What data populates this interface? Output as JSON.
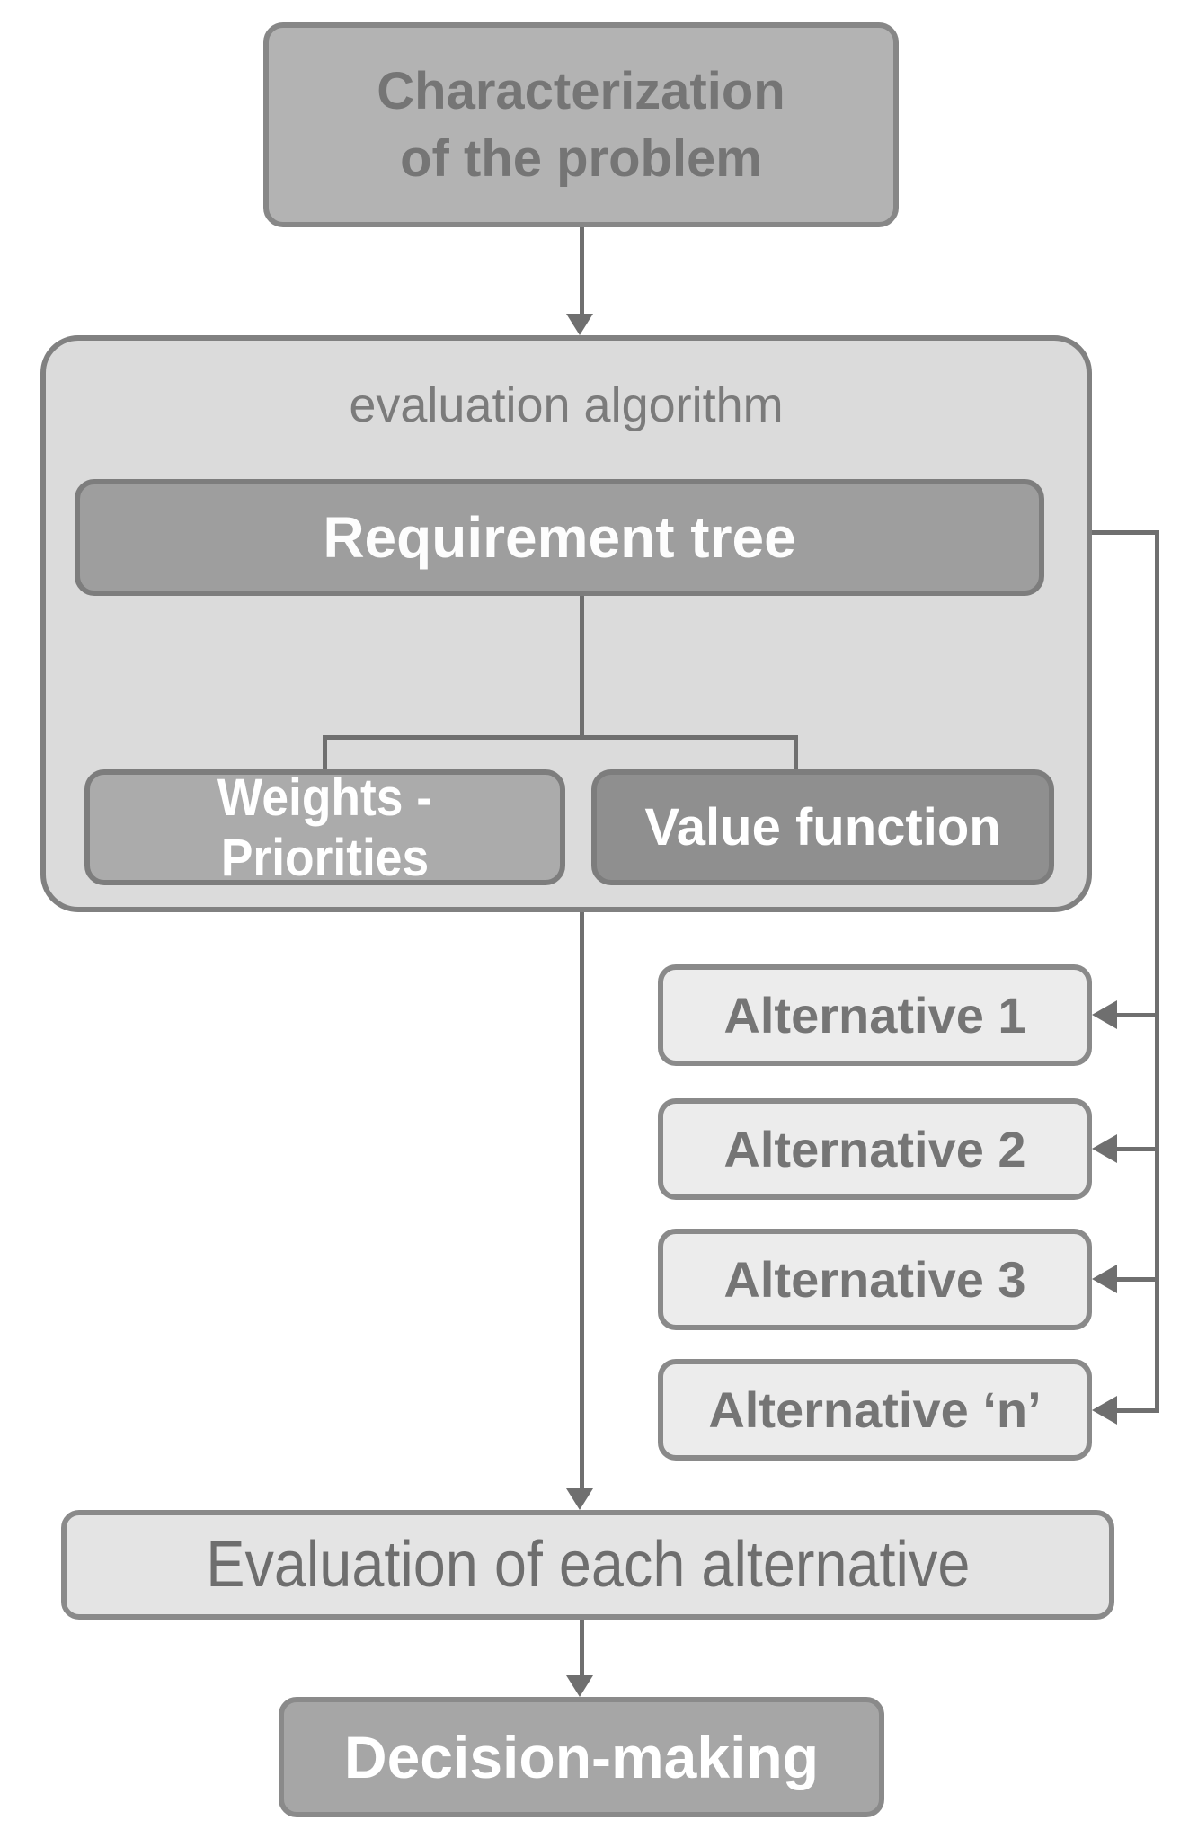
{
  "diagram": {
    "type": "flowchart",
    "palette": {
      "background": "#ffffff",
      "connector_line": "#6f6f6f",
      "dark_node_fill": "#8f8f8f",
      "medium_node_fill": "#a6a6a6",
      "light_node_fill": "#dbdbdb",
      "lighter_node_fill": "#ececec",
      "border_gray": "#818181",
      "white_text": "#ffffff",
      "gray_text": "#757575"
    },
    "nodes": {
      "characterization": {
        "label": "Characterization\nof the problem",
        "fill": "#b3b3b3",
        "text_color": "#757575"
      },
      "evaluation_algorithm_group": {
        "label": "evaluation algorithm",
        "fill": "#dbdbdb",
        "text_color": "#7b7b7b"
      },
      "requirement_tree": {
        "label": "Requirement tree",
        "fill": "#9e9e9e",
        "text_color": "#fdfdfd"
      },
      "weights_priorities": {
        "label": "Weights - Priorities",
        "fill": "#ababab",
        "text_color": "#ffffff"
      },
      "value_function": {
        "label": "Value function",
        "fill": "#8f8f8f",
        "text_color": "#ffffff"
      },
      "alternatives": [
        {
          "label": "Alternative 1"
        },
        {
          "label": "Alternative 2"
        },
        {
          "label": "Alternative 3"
        },
        {
          "label": "Alternative ‘n’"
        }
      ],
      "evaluation_of_each_alternative": {
        "label": "Evaluation of each alternative",
        "fill": "#e4e4e4",
        "text_color": "#6e6e6e"
      },
      "decision_making": {
        "label": "Decision-making",
        "fill": "#a6a6a6",
        "text_color": "#ffffff"
      }
    },
    "edges": [
      {
        "from": "characterization",
        "to": "evaluation_algorithm_group",
        "style": "arrow-down"
      },
      {
        "from": "requirement_tree",
        "to": "weights_priorities",
        "style": "tree-branch"
      },
      {
        "from": "requirement_tree",
        "to": "value_function",
        "style": "tree-branch"
      },
      {
        "from": "requirement_tree",
        "to": "alternatives",
        "style": "right-feed-arrows"
      },
      {
        "from": "evaluation_algorithm_group",
        "to": "evaluation_of_each_alternative",
        "style": "arrow-down"
      },
      {
        "from": "evaluation_of_each_alternative",
        "to": "decision_making",
        "style": "arrow-down"
      }
    ]
  }
}
